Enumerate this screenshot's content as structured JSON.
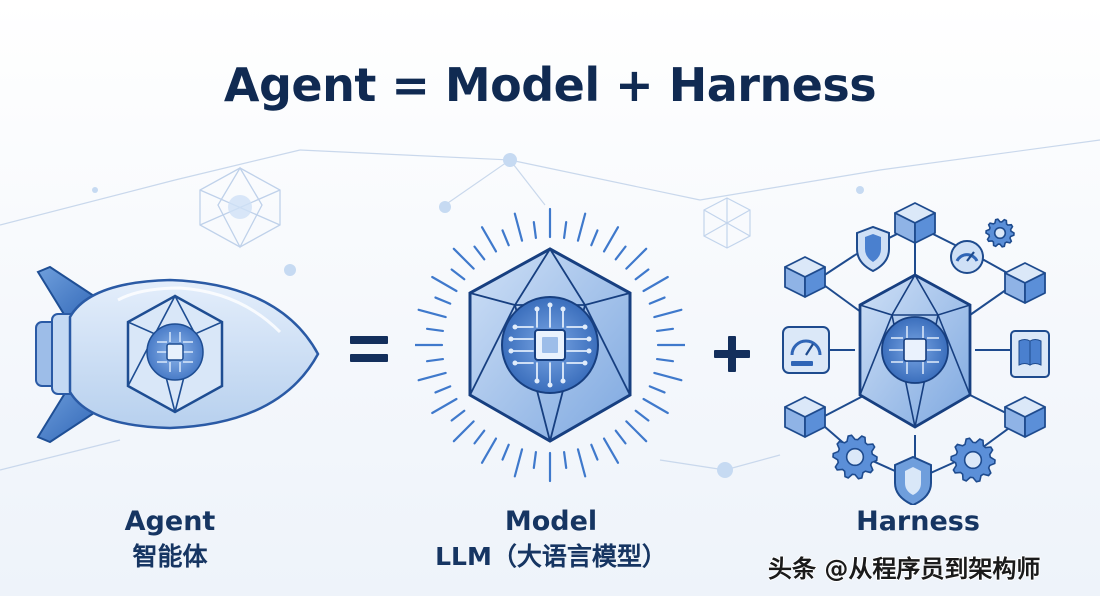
{
  "title": "Agent = Model + Harness",
  "operators": {
    "equals": "=",
    "plus": "+"
  },
  "components": [
    {
      "name": "Agent",
      "subtitle": "智能体",
      "icon": "rocket-icon"
    },
    {
      "name": "Model",
      "subtitle": "LLM（大语言模型）",
      "icon": "crystal-chip-icon"
    },
    {
      "name": "Harness",
      "subtitle": "",
      "icon": "module-network-icon"
    }
  ],
  "watermark": "头条 @从程序员到架构师",
  "colors": {
    "navy": "#102a52",
    "blue": "#3d77c9",
    "light_blue": "#a9c8ee",
    "pale_blue": "#dce9f9"
  }
}
